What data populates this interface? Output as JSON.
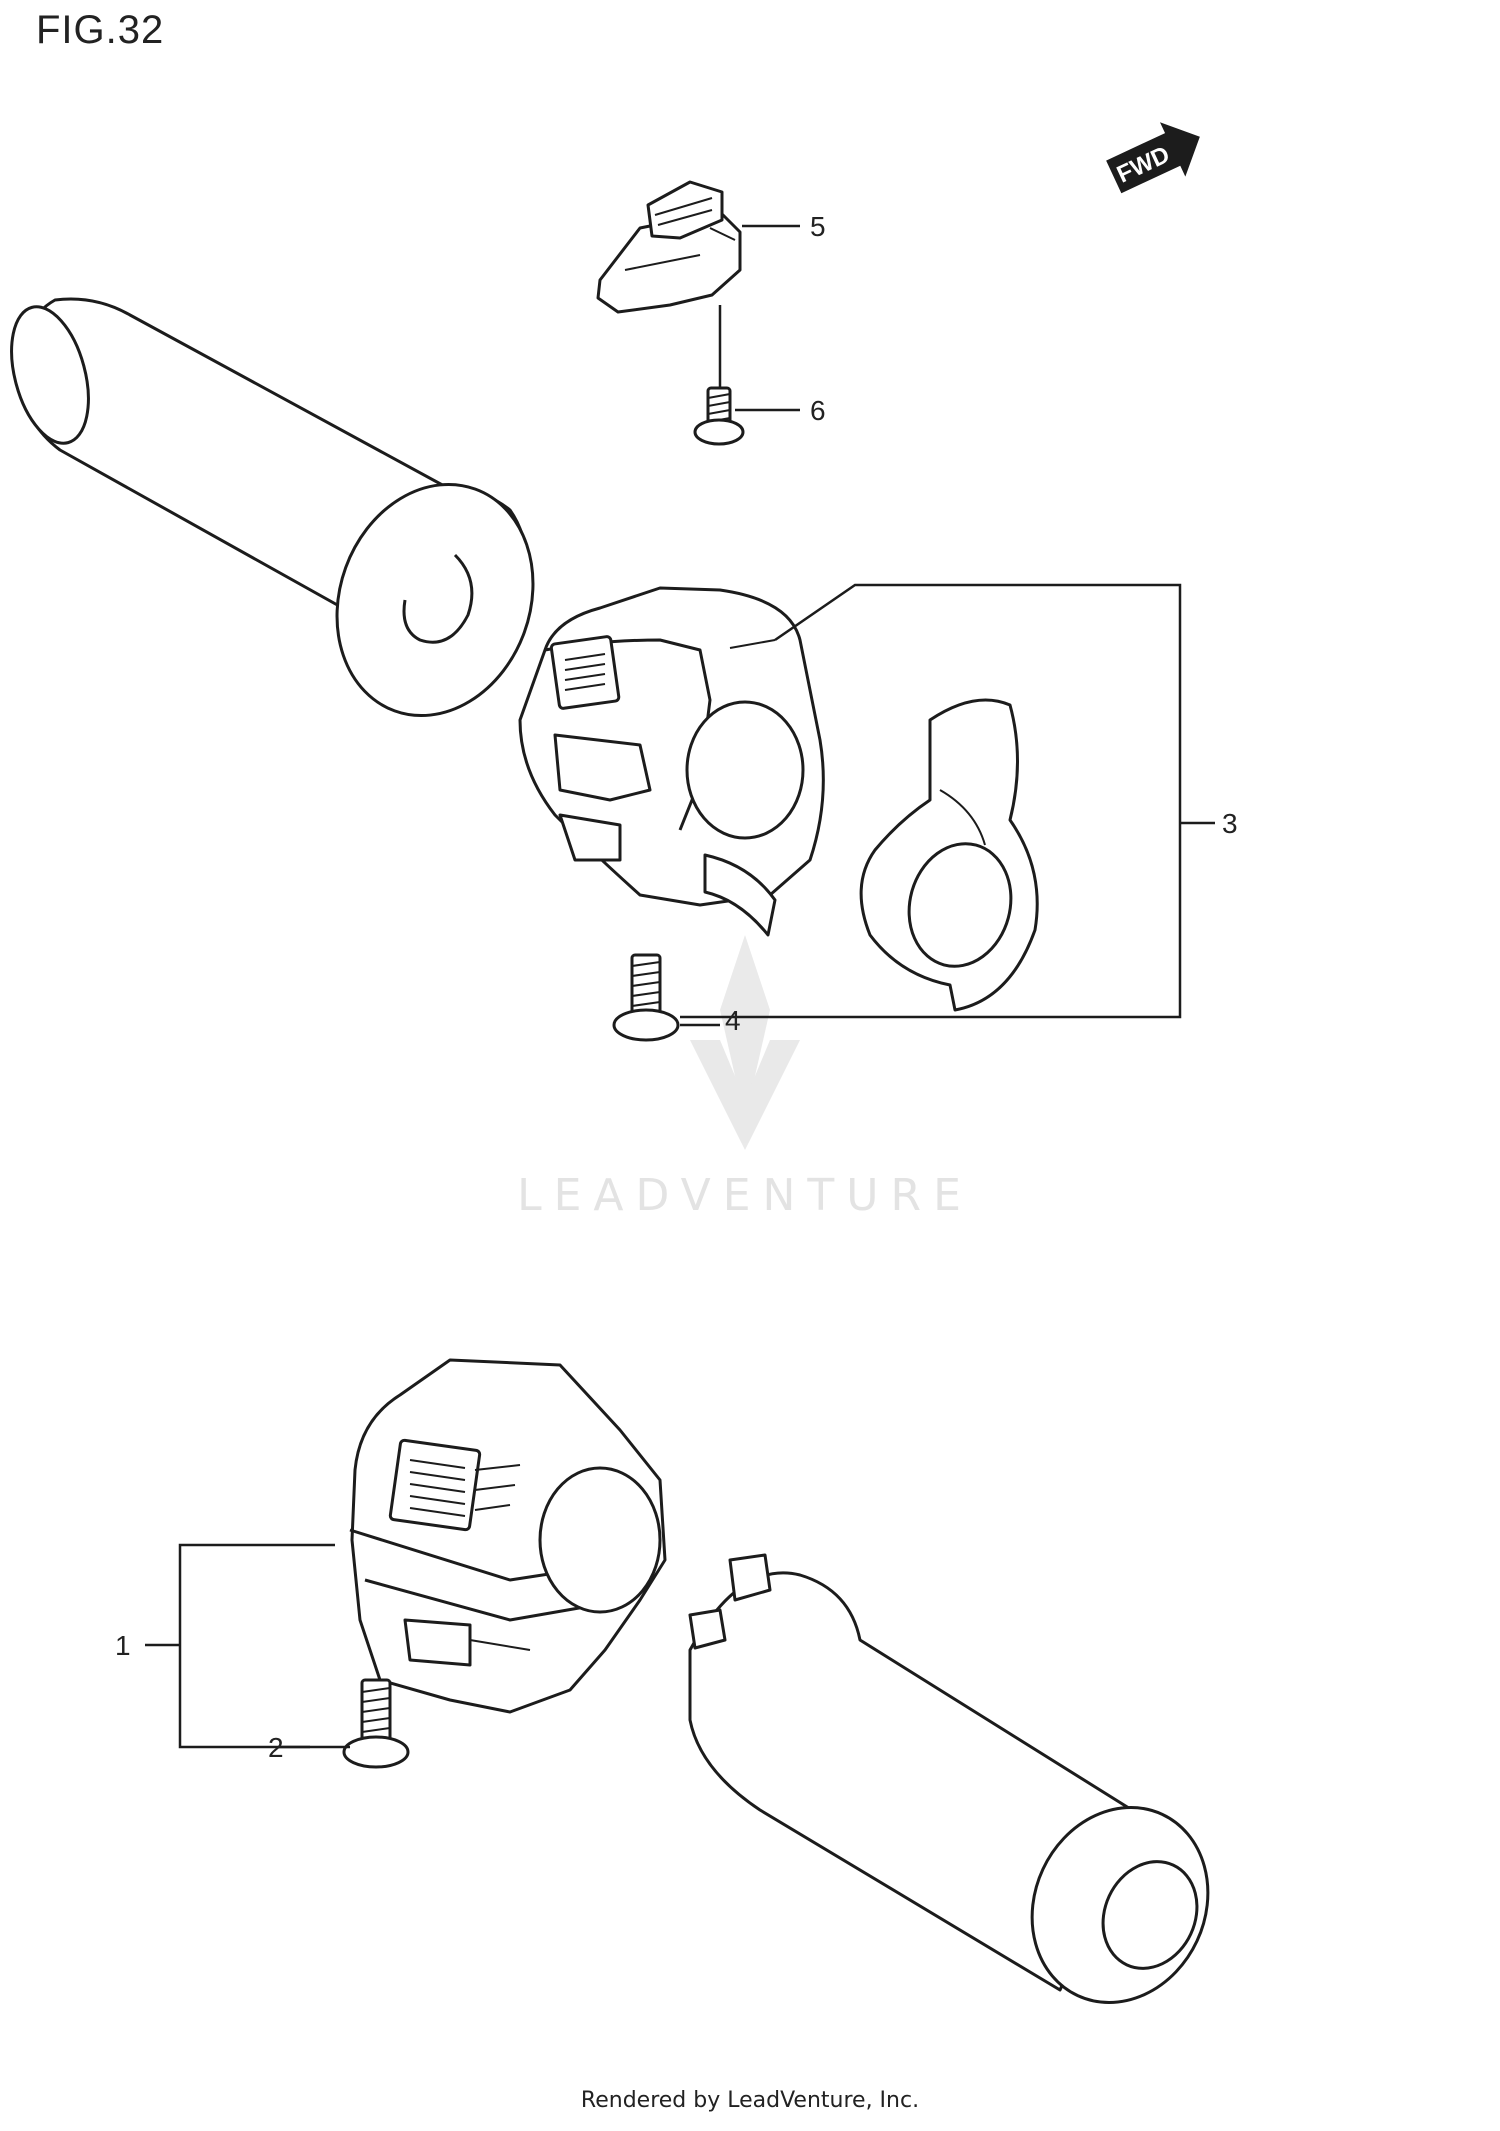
{
  "figure": {
    "title": "FIG.32"
  },
  "direction_label": "FWD",
  "callouts": [
    {
      "id": "1",
      "label": "1"
    },
    {
      "id": "2",
      "label": "2"
    },
    {
      "id": "3",
      "label": "3"
    },
    {
      "id": "4",
      "label": "4"
    },
    {
      "id": "5",
      "label": "5"
    },
    {
      "id": "6",
      "label": "6"
    }
  ],
  "watermark": {
    "text": "LEADVENTURE"
  },
  "footer": {
    "text": "Rendered by LeadVenture, Inc."
  }
}
